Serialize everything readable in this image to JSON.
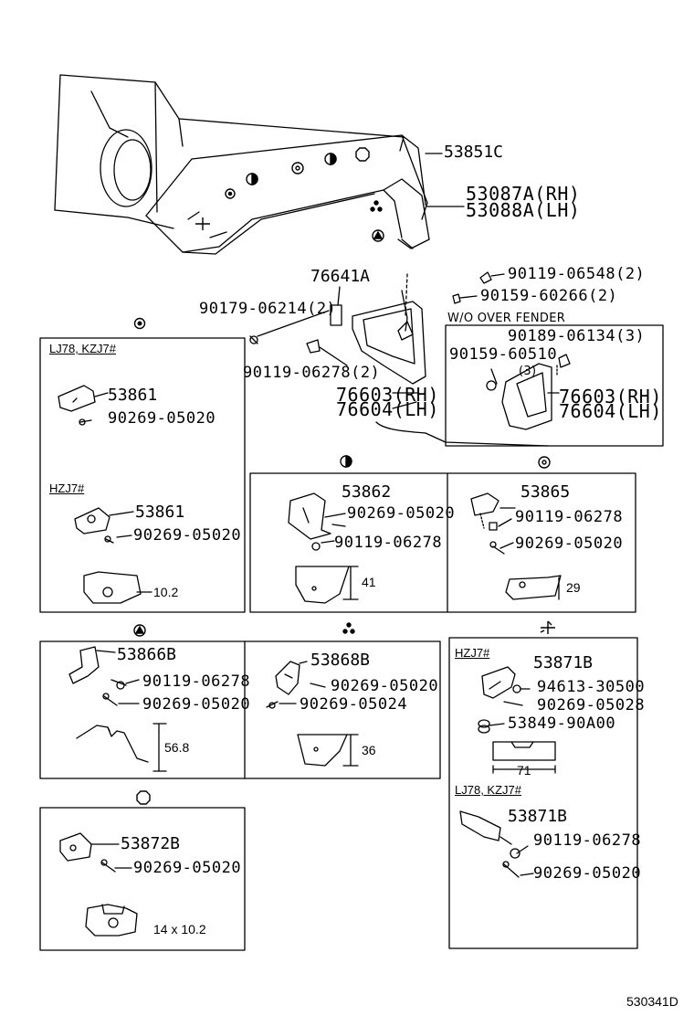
{
  "main": {
    "fender": "53851C",
    "flare_rh": "53087A(RH)",
    "flare_lh": "53088A(LH)",
    "bracket_76641": "76641A",
    "screw_90119_06548": "90119-06548(2)",
    "clip_90159_60266": "90159-60266(2)",
    "nut_90179": "90179-06214(2)",
    "screw_90119_06278_2": "90119-06278(2)",
    "mud_rh": "76603(RH)",
    "mud_lh": "76604(LH)"
  },
  "wo_over_fender": {
    "title": "W/O OVER FENDER",
    "p1": "90189-06134(3)",
    "p2": "90159-60510",
    "qty": "(3)",
    "mud_rh": "76603(RH)",
    "mud_lh": "76604(LH)"
  },
  "box_53861": {
    "cap1": "LJ78, KZJ7#",
    "p1": "53861",
    "p2": "90269-05020",
    "cap2": "HZJ7#",
    "p3": "53861",
    "p4": "90269-05020",
    "dim": "10.2"
  },
  "box_53862": {
    "p1": "53862",
    "p2": "90269-05020",
    "p3": "90119-06278",
    "dim": "41"
  },
  "box_53865": {
    "p1": "53865",
    "p2": "90119-06278",
    "p3": "90269-05020",
    "dim": "29"
  },
  "box_53866": {
    "p1": "53866B",
    "p2": "90119-06278",
    "p3": "90269-05020",
    "dim": "56.8"
  },
  "box_53868": {
    "p1": "53868B",
    "p2": "90269-05020",
    "p3": "90269-05024",
    "dim": "36"
  },
  "box_53871": {
    "cap1": "HZJ7#",
    "p1": "53871B",
    "p2": "94613-30500",
    "p3": "90269-05028",
    "p4": "53849-90A00",
    "dim": "71",
    "cap2": "LJ78, KZJ7#",
    "p5": "53871B",
    "p6": "90119-06278",
    "p7": "90269-05020"
  },
  "box_53872": {
    "p1": "53872B",
    "p2": "90269-05020",
    "dim": "14 x 10.2"
  },
  "figure_id": "530341D"
}
